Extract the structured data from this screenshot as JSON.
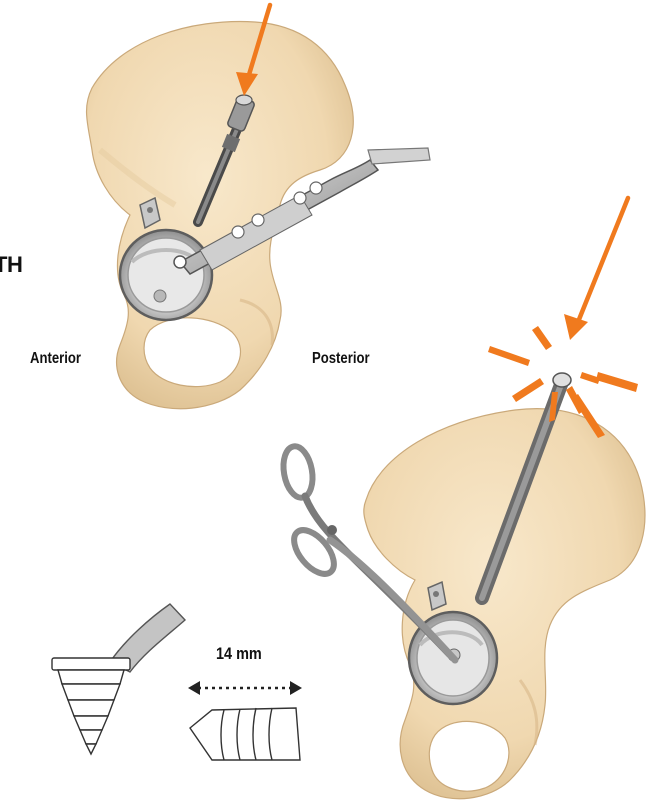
{
  "labels": {
    "truncated_heading": "TH",
    "anterior": "Anterior",
    "posterior": "Posterior",
    "distance": "14 mm"
  },
  "colors": {
    "bone": "#f2dcb6",
    "bone_shadow": "#e2c598",
    "bone_outline": "#c9a878",
    "metal_light": "#d6d6d6",
    "metal": "#a8a8a8",
    "metal_dark": "#6e6e6e",
    "arrow": "#f07a1e"
  },
  "icons": {
    "top_arrow": "arrow-down-left-icon",
    "impact_arrow": "arrow-down-left-icon",
    "impact_burst": "starburst-icon",
    "distance_arrow": "double-arrow-icon"
  }
}
